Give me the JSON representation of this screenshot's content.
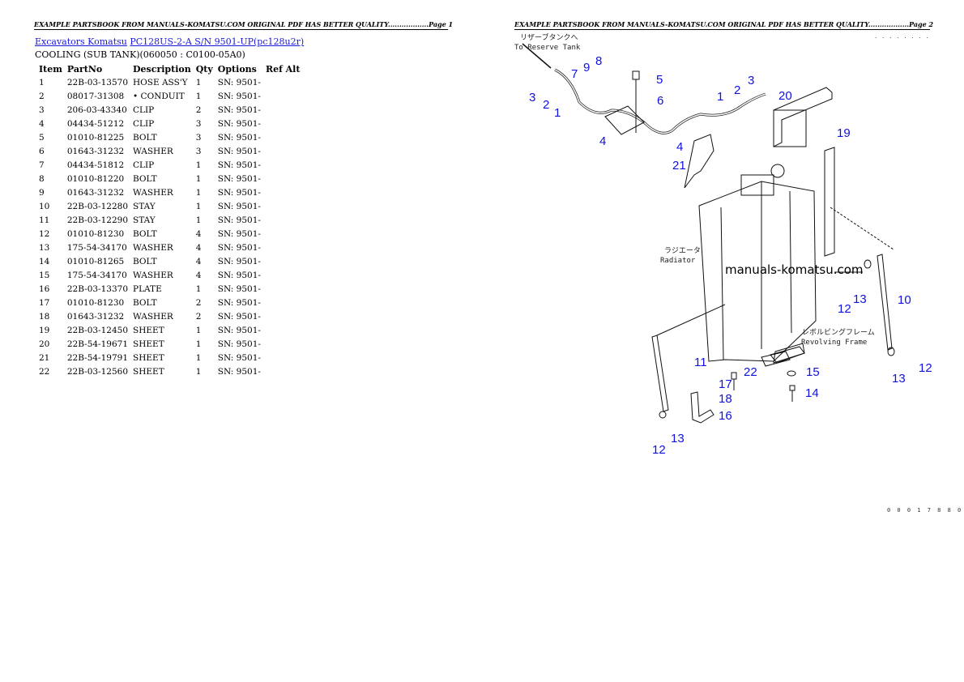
{
  "page1": {
    "header": "EXAMPLE PARTSBOOK FROM MANUALS-KOMATSU.COM ORIGINAL PDF HAS BETTER QUALITY..................Page 1",
    "breadcrumb": {
      "link1": "Excavators Komatsu",
      "link2": "PC128US-2-A S/N 9501-UP(pc128u2r)"
    },
    "section_title": "COOLING (SUB TANK)(060050 : C0100-05A0)",
    "table": {
      "headers": [
        "Item",
        "PartNo",
        "Description",
        "Qty",
        "Options",
        "Ref Alt"
      ],
      "rows": [
        [
          "1",
          "22B-03-13570",
          "HOSE ASS'Y",
          "1",
          "SN: 9501-"
        ],
        [
          "2",
          "08017-31308",
          "• CONDUIT",
          "1",
          "SN: 9501-"
        ],
        [
          "3",
          "206-03-43340",
          "CLIP",
          "2",
          "SN: 9501-"
        ],
        [
          "4",
          "04434-51212",
          "CLIP",
          "3",
          "SN: 9501-"
        ],
        [
          "5",
          "01010-81225",
          "BOLT",
          "3",
          "SN: 9501-"
        ],
        [
          "6",
          "01643-31232",
          "WASHER",
          "3",
          "SN: 9501-"
        ],
        [
          "7",
          "04434-51812",
          "CLIP",
          "1",
          "SN: 9501-"
        ],
        [
          "8",
          "01010-81220",
          "BOLT",
          "1",
          "SN: 9501-"
        ],
        [
          "9",
          "01643-31232",
          "WASHER",
          "1",
          "SN: 9501-"
        ],
        [
          "10",
          "22B-03-12280",
          "STAY",
          "1",
          "SN: 9501-"
        ],
        [
          "11",
          "22B-03-12290",
          "STAY",
          "1",
          "SN: 9501-"
        ],
        [
          "12",
          "01010-81230",
          "BOLT",
          "4",
          "SN: 9501-"
        ],
        [
          "13",
          "175-54-34170",
          "WASHER",
          "4",
          "SN: 9501-"
        ],
        [
          "14",
          "01010-81265",
          "BOLT",
          "4",
          "SN: 9501-"
        ],
        [
          "15",
          "175-54-34170",
          "WASHER",
          "4",
          "SN: 9501-"
        ],
        [
          "16",
          "22B-03-13370",
          "PLATE",
          "1",
          "SN: 9501-"
        ],
        [
          "17",
          "01010-81230",
          "BOLT",
          "2",
          "SN: 9501-"
        ],
        [
          "18",
          "01643-31232",
          "WASHER",
          "2",
          "SN: 9501-"
        ],
        [
          "19",
          "22B-03-12450",
          "SHEET",
          "1",
          "SN: 9501-"
        ],
        [
          "20",
          "22B-54-19671",
          "SHEET",
          "1",
          "SN: 9501-"
        ],
        [
          "21",
          "22B-54-19791",
          "SHEET",
          "1",
          "SN: 9501-"
        ],
        [
          "22",
          "22B-03-12560",
          "SHEET",
          "1",
          "SN: 9501-"
        ]
      ]
    }
  },
  "page2": {
    "header": "EXAMPLE PARTSBOOK FROM MANUALS-KOMATSU.COM ORIGINAL PDF HAS BETTER QUALITY..................Page 2",
    "top_right_dots": ". . . . . . . .",
    "watermark": "manuals-komatsu.com",
    "labels": {
      "reserve_tank_jp": "リザーブタンクへ",
      "reserve_tank_en": "To Reserve Tank",
      "radiator_jp": "ラジエータ",
      "radiator_en": "Radiator",
      "frame_jp": "レボルビングフレーム",
      "frame_en": "Revolving Frame"
    },
    "drawing_code": "0 0 0 1 7 8 8 0",
    "callouts": [
      "1",
      "2",
      "3",
      "4",
      "5",
      "6",
      "7",
      "8",
      "9",
      "10",
      "11",
      "12",
      "13",
      "14",
      "15",
      "16",
      "17",
      "18",
      "19",
      "20",
      "21",
      "22"
    ]
  }
}
